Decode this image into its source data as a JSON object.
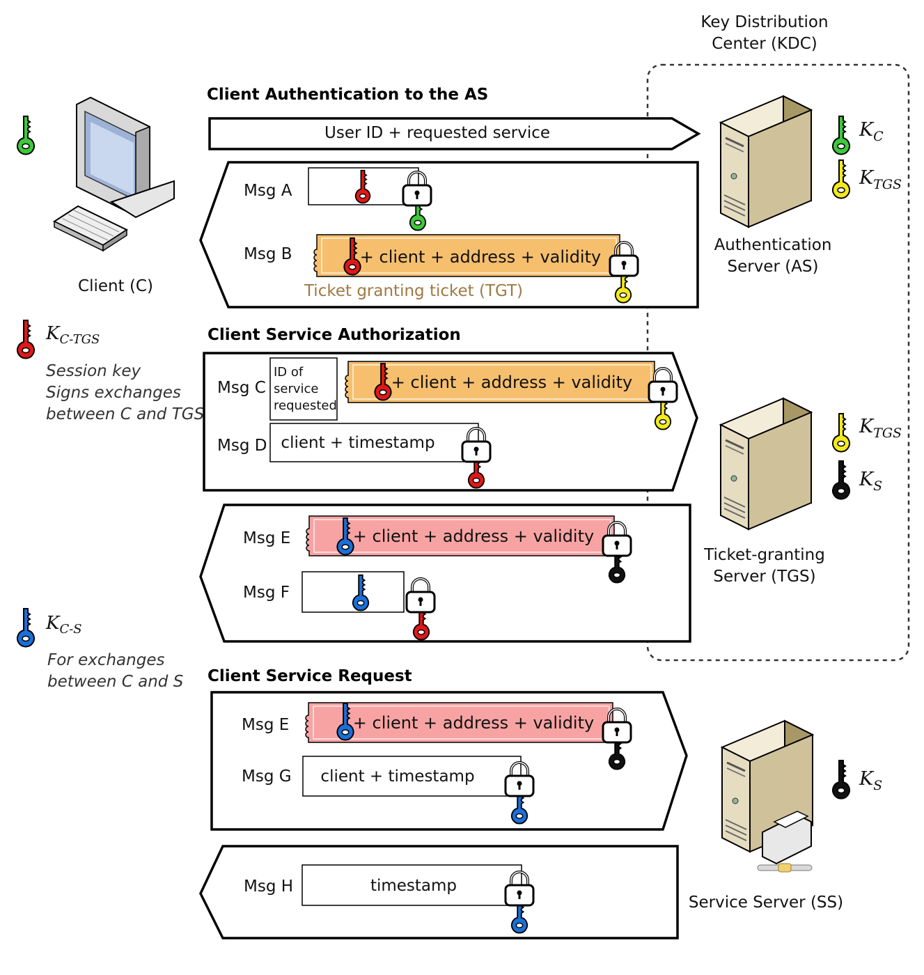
{
  "kdc_title_line1": "Key Distribution",
  "kdc_title_line2": "Center (KDC)",
  "client_label": "Client (C)",
  "as_label_line1": "Authentication",
  "as_label_line2": "Server (AS)",
  "tgs_label_line1": "Ticket-granting",
  "tgs_label_line2": "Server (TGS)",
  "ss_label": "Service Server (SS)",
  "section_auth": "Client Authentication to the AS",
  "section_authorization": "Client Service Authorization",
  "section_request": "Client Service Request",
  "user_id_msg": "User ID + requested service",
  "msg_a": "Msg A",
  "msg_b": "Msg B",
  "msg_c": "Msg C",
  "msg_d": "Msg D",
  "msg_e": "Msg E",
  "msg_f": "Msg F",
  "msg_g": "Msg G",
  "msg_h": "Msg H",
  "ticket_contents": "+ client + address + validity",
  "tgt_caption": "Ticket granting ticket (TGT)",
  "id_of_service_l1": "ID of",
  "id_of_service_l2": "service",
  "id_of_service_l3": "requested",
  "client_timestamp": "client + timestamp",
  "timestamp": "timestamp",
  "key_kc": {
    "main": "K",
    "sub": "C"
  },
  "key_ktgs": {
    "main": "K",
    "sub": "TGS"
  },
  "key_ks": {
    "main": "K",
    "sub": "S"
  },
  "key_kctgs": {
    "main": "K",
    "sub": "C-TGS"
  },
  "key_kcs": {
    "main": "K",
    "sub": "C-S"
  },
  "kctgs_desc_l1": "Session key",
  "kctgs_desc_l2": "Signs exchanges",
  "kctgs_desc_l3": "between C and TGS",
  "kcs_desc_l1": "For exchanges",
  "kcs_desc_l2": "between C and S",
  "colors": {
    "green_key": "#3ec83a",
    "yellow_key": "#f2ea1c",
    "red_key": "#e01818",
    "blue_key": "#1a6fd8",
    "black_key": "#111111",
    "tgt_fill": "#f6bf6e",
    "service_ticket_fill": "#f8a3a3",
    "tgt_caption": "#a07842"
  }
}
